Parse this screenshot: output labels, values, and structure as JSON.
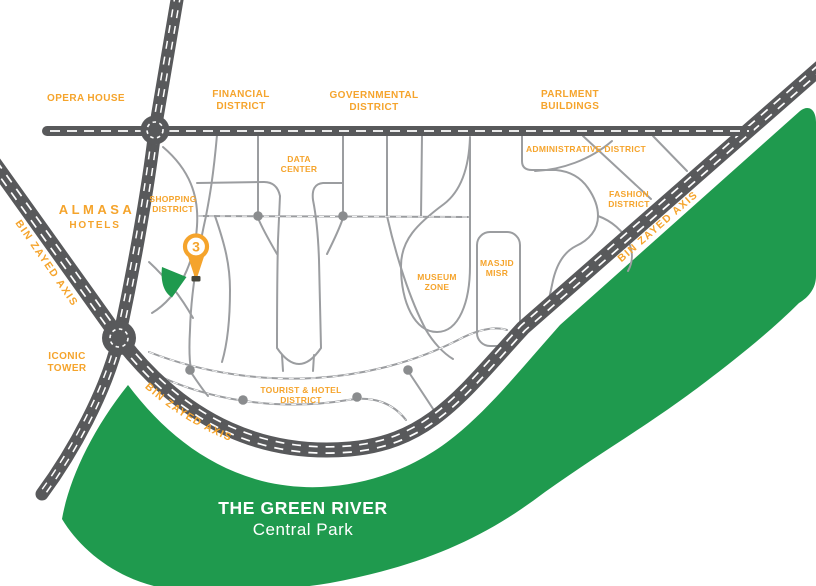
{
  "map": {
    "landmarks": {
      "opera_house": "OPERA HOUSE",
      "almasa": "ALMASA",
      "almasa_sub": "HOTELS",
      "iconic_line1": "ICONIC",
      "iconic_line2": "TOWER",
      "masjid_line1": "MASJID",
      "masjid_line2": "MISR",
      "data_center_line1": "DATA",
      "data_center_line2": "CENTER"
    },
    "districts": {
      "financial_line1": "FINANCIAL",
      "financial_line2": "DISTRICT",
      "governmental_line1": "GOVERNMENTAL",
      "governmental_line2": "DISTRICT",
      "parlment_line1": "PARLMENT",
      "parlment_line2": "BUILDINGS",
      "administrative": "ADMINISTRATIVE DISTRICT",
      "fashion_line1": "FASHION",
      "fashion_line2": "DISTRICT",
      "shopping_line1": "SHOPPING",
      "shopping_line2": "DISTRICT",
      "museum_line1": "MUSEUM",
      "museum_line2": "ZONE",
      "tourist_line1": "TOURIST & HOTEL",
      "tourist_line2": "DISTRICT"
    },
    "roads": {
      "axis_label_left": "BIN ZAYED AXIS",
      "axis_label_bottom": "BIN ZAYED AXIS",
      "axis_label_right": "BIN ZAYED AXIS"
    },
    "park": {
      "title": "THE GREEN RIVER",
      "subtitle": "Central Park"
    },
    "pin": {
      "number": "3"
    },
    "colors": {
      "orange": "#F5A42C",
      "green": "#1F9A4E",
      "road_gray": "#58595B",
      "street_gray": "#9B9DA0",
      "dot_gray": "#8A8C8E",
      "white": "#FFFFFF"
    }
  }
}
